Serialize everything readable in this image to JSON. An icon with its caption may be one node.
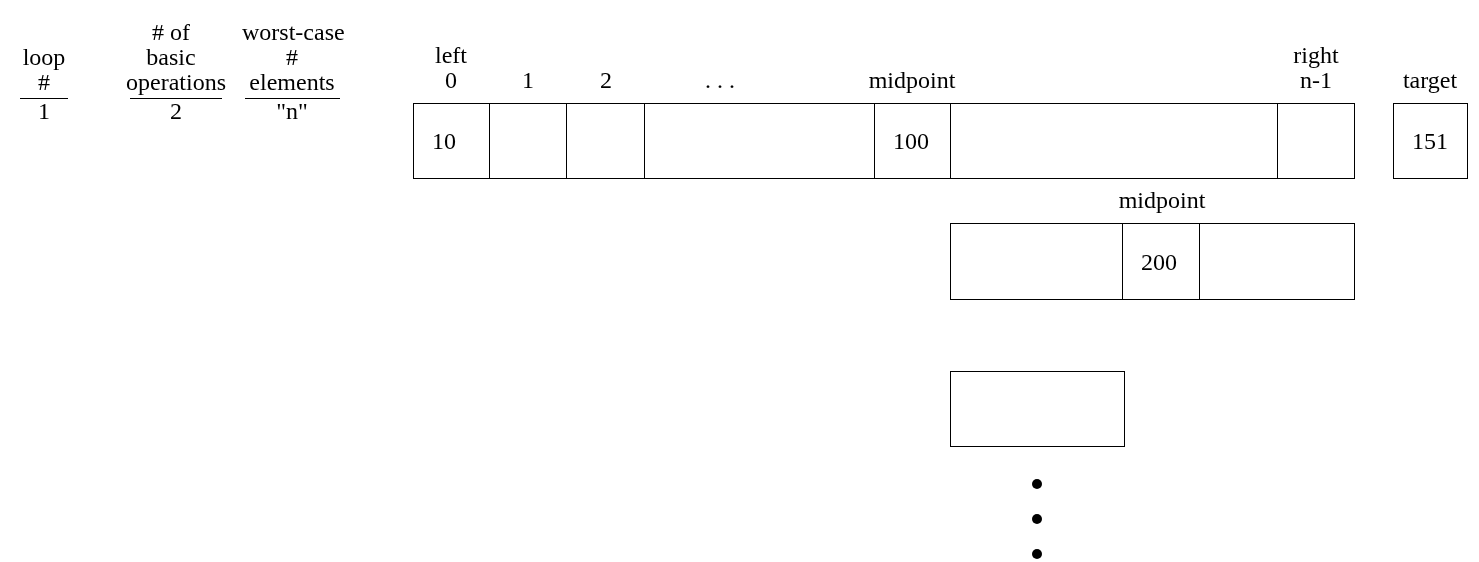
{
  "diagram": {
    "nodes": [
      {
        "text": [
          "10"
        ]
      },
      {
        "text": [],
        "shape": "box"
      },
      {
        "text": [],
        "shape": "box"
      },
      {
        "text": [],
        "shape": "box"
      },
      {
        "text": [
          "100"
        ]
      },
      {
        "text": [],
        "shape": "box"
      },
      {
        "text": [],
        "shape": "box"
      },
      {
        "text": [
          "151"
        ]
      },
      {
        "text": [],
        "shape": "box"
      },
      {
        "text": [
          "200"
        ]
      },
      {
        "text": [],
        "shape": "box"
      },
      {
        "text": [],
        "shape": "box"
      }
    ],
    "edges": [],
    "labels": [
      "loop #",
      "# of basic operations",
      "worst-case # elements",
      "1",
      "2",
      "\"n\"",
      "left",
      "0",
      "1",
      "2",
      ". . .",
      "midpoint",
      "right",
      "n-1",
      "target",
      "midpoint"
    ]
  }
}
